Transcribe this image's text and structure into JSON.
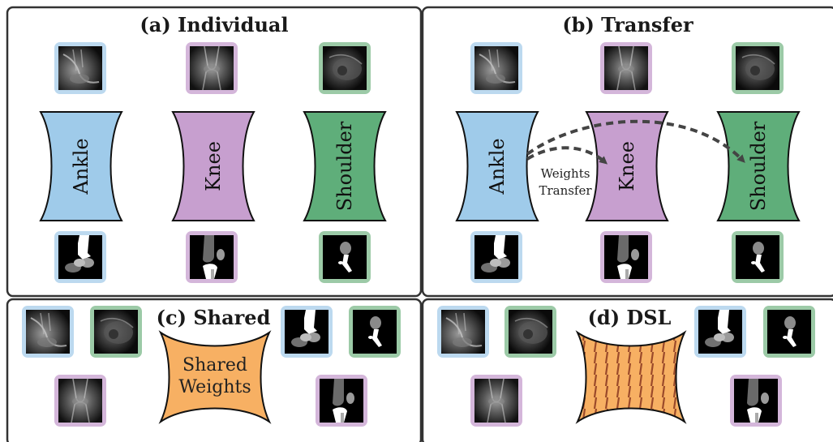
{
  "panels": {
    "a": {
      "title": "(a) Individual"
    },
    "b": {
      "title": "(b) Transfer"
    },
    "c": {
      "title": "(c) Shared"
    },
    "d": {
      "title": "(d) DSL"
    }
  },
  "networks": {
    "ankle": "Ankle",
    "knee": "Knee",
    "shoulder": "Shoulder",
    "shared_line1": "Shared",
    "shared_line2": "Weights"
  },
  "transfer": {
    "line1": "Weights",
    "line2": "Transfer"
  },
  "colors": {
    "ankle": "#9fcbea",
    "ankle_frame": "#bcd9ef",
    "knee": "#c79fcf",
    "knee_frame": "#d4b6da",
    "shoulder": "#5fae7a",
    "shoulder_frame": "#9ccaa7",
    "shared": "#f7b063",
    "dsl_stripe": "#9b4a2a"
  }
}
